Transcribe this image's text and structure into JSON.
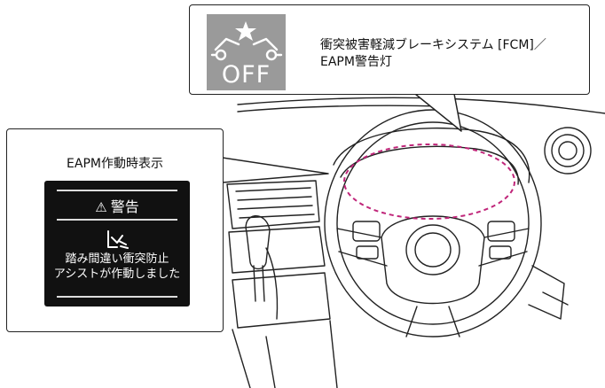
{
  "warning_lamp": {
    "icon": "fcm-off-warning-icon",
    "off_label": "OFF",
    "background_color": "#9a9a9a",
    "label_line1": "衝突被害軽減ブレーキシステム [FCM]／",
    "label_line2": "EAPM警告灯"
  },
  "eapm_display": {
    "title": "EAPM作動時表示",
    "warning_symbol": "⚠",
    "warning_label": "警告",
    "icon": "pedal-assist-icon",
    "message_line1": "踏み間違い衝突防止",
    "message_line2": "アシストが作動しました",
    "panel_color": "#111111"
  },
  "highlight_color": "#c0267a"
}
